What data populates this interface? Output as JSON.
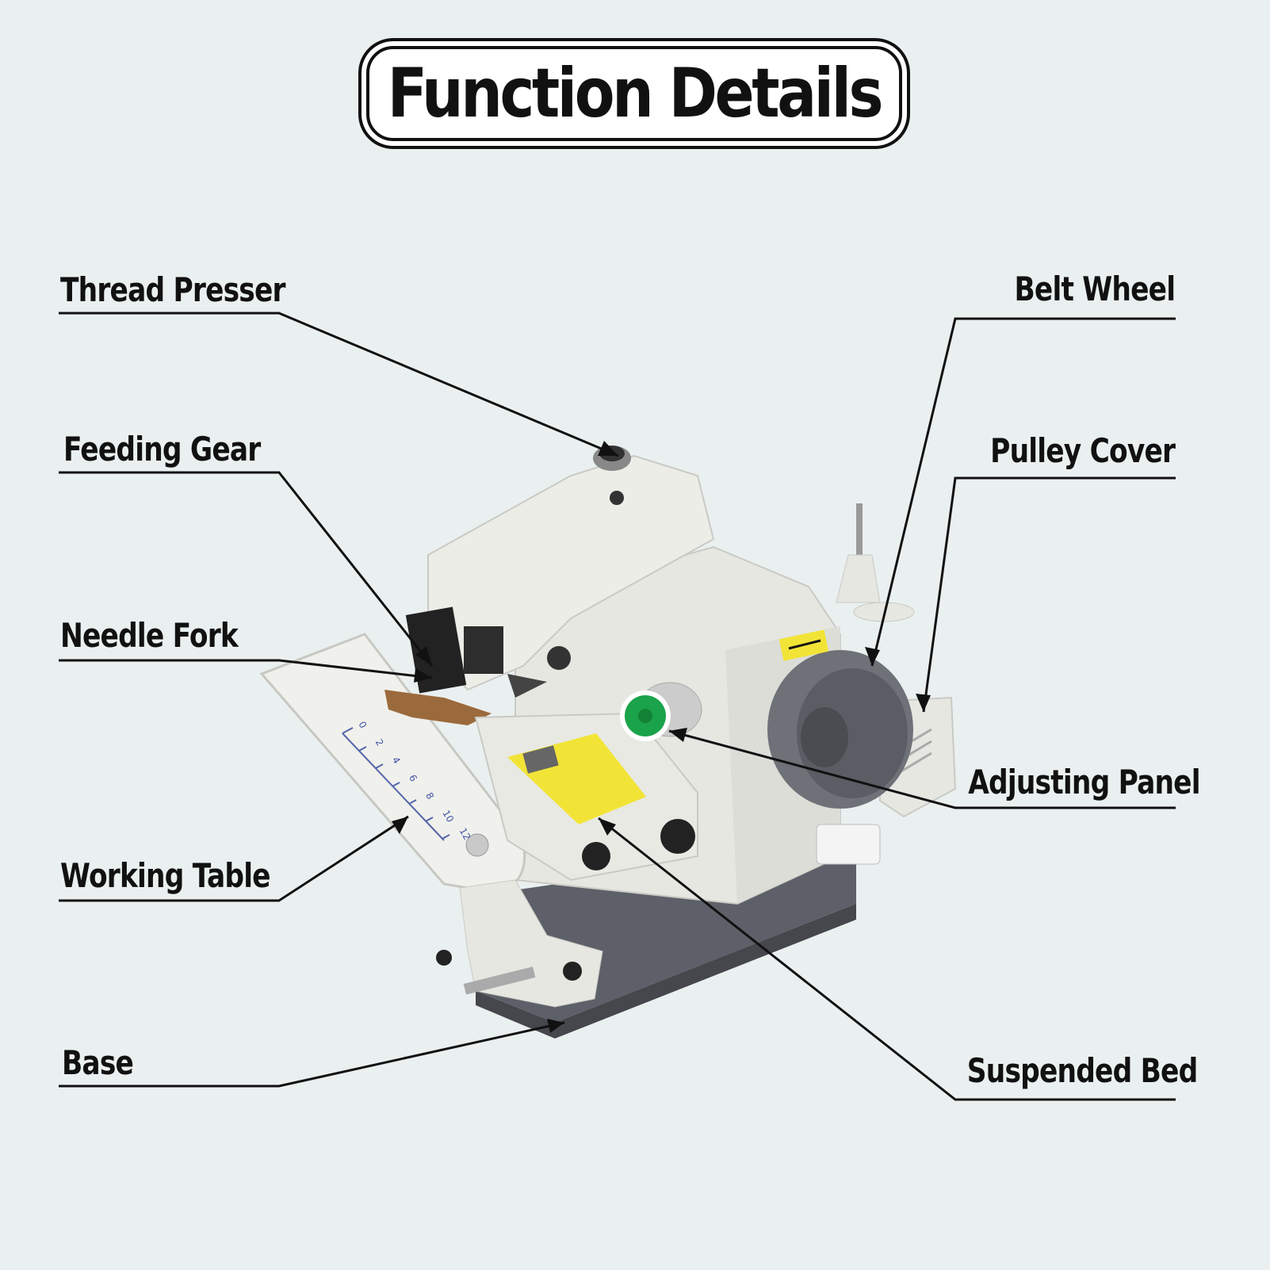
{
  "title": "Function Details",
  "labels": {
    "thread_presser": "Thread Presser",
    "feeding_gear": "Feeding Gear",
    "needle_fork": "Needle Fork",
    "working_table": "Working Table",
    "base": "Base",
    "belt_wheel": "Belt Wheel",
    "pulley_cover": "Pulley Cover",
    "adjusting_panel": "Adjusting Panel",
    "suspended_bed": "Suspended Bed"
  },
  "ruler_marks": [
    "0",
    "2",
    "4",
    "6",
    "8",
    "10",
    "12"
  ],
  "colors": {
    "background": "#eaf0f0",
    "machine": "#e6e7e1",
    "base": "#5d6068",
    "warning_label": "#f2e437",
    "dial": "#1aa34a",
    "pulley": "#6e7177"
  }
}
